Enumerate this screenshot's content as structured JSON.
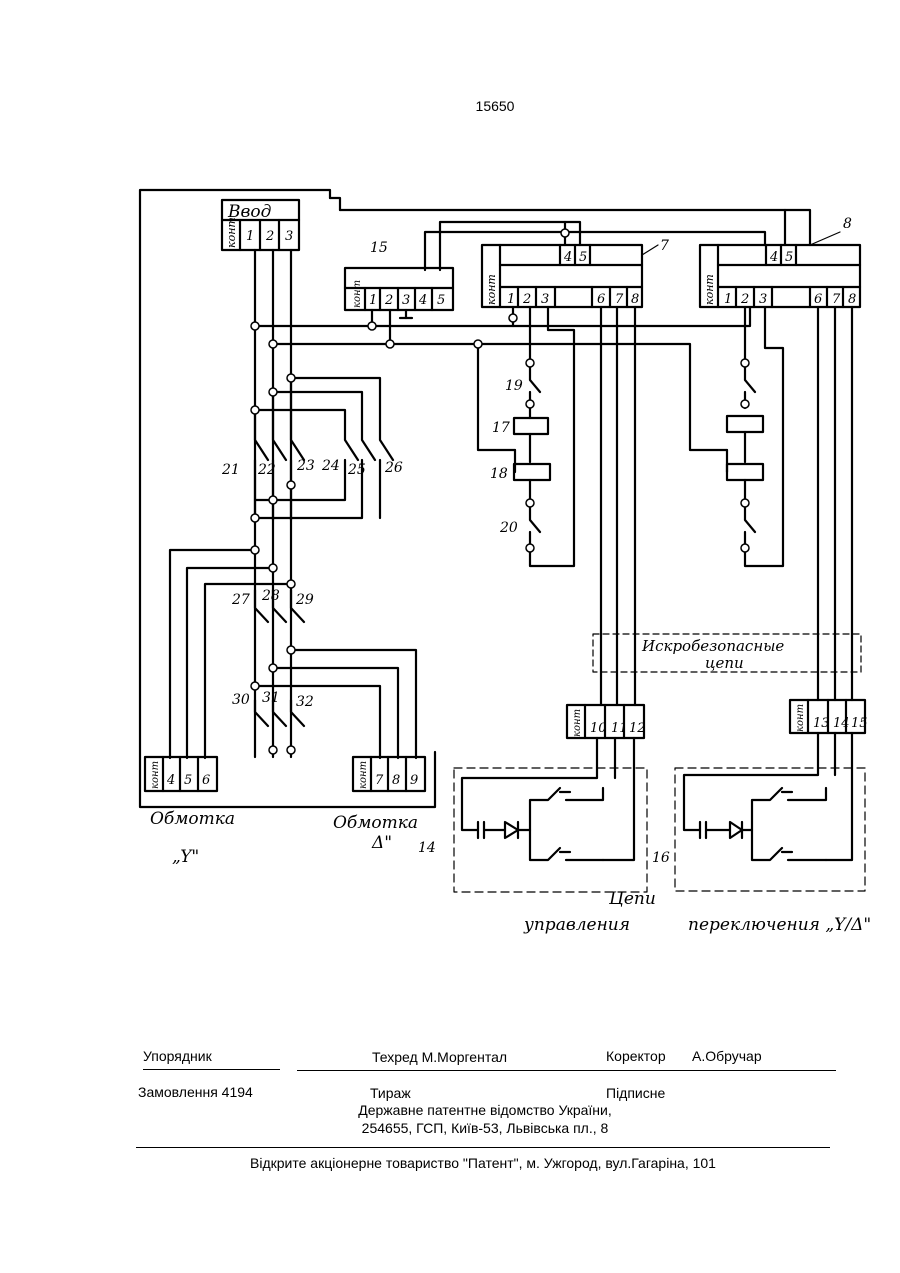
{
  "page_number": "15650",
  "schematic": {
    "box_labels": {
      "input": "Ввод",
      "input_sub": "конт",
      "k15": "конт",
      "k7": "конт",
      "k8": "конт",
      "windY": "конт",
      "windD": "конт",
      "c14": "конт",
      "c16": "конт"
    },
    "terminals": {
      "input": [
        "1",
        "2",
        "3"
      ],
      "k15": [
        "1",
        "2",
        "3",
        "4",
        "5"
      ],
      "k7_top": [
        "4",
        "5"
      ],
      "k7": [
        "1",
        "2",
        "3",
        "6",
        "7",
        "8"
      ],
      "k8_top": [
        "4",
        "5"
      ],
      "k8": [
        "1",
        "2",
        "3",
        "6",
        "7",
        "8"
      ],
      "windY": [
        "4",
        "5",
        "6"
      ],
      "windD": [
        "7",
        "8",
        "9"
      ],
      "c14": [
        "10",
        "11",
        "12"
      ],
      "c16": [
        "13",
        "14",
        "15"
      ]
    },
    "refs": {
      "r15": "15",
      "r7": "7",
      "r8": "8",
      "r19": "19",
      "r17": "17",
      "r18": "18",
      "r20": "20",
      "r21": "21",
      "r22": "22",
      "r23": "23",
      "r24": "24",
      "r25": "25",
      "r26": "26",
      "r27": "27",
      "r28": "28",
      "r29": "29",
      "r30": "30",
      "r31": "31",
      "r32": "32",
      "r14": "14",
      "r16": "16"
    },
    "captions": {
      "safe_line1": "Искробезопасные",
      "safe_line2": "цепи",
      "windY": "Обмотка",
      "windY_sym": "„Y\"",
      "windD": "Обмотка",
      "windD_sym": "Δ\"",
      "circuits": "Цепи",
      "control": "управления",
      "switching": "переключения „Y/Δ\""
    }
  },
  "footer": {
    "compiler": "Упорядник",
    "techred": "Техред М.Моргентал",
    "corrector_label": "Коректор",
    "corrector_name": "А.Обручар",
    "order": "Замовлення 4194",
    "circulation": "Тираж",
    "subscription": "Підписне",
    "office_line1": "Державне патентне відомство України,",
    "office_line2": "254655, ГСП, Київ-53, Львівська пл., 8",
    "publisher": "Відкрите акціонерне товариство   \"Патент\", м. Ужгород, вул.Гагаріна, 101"
  }
}
